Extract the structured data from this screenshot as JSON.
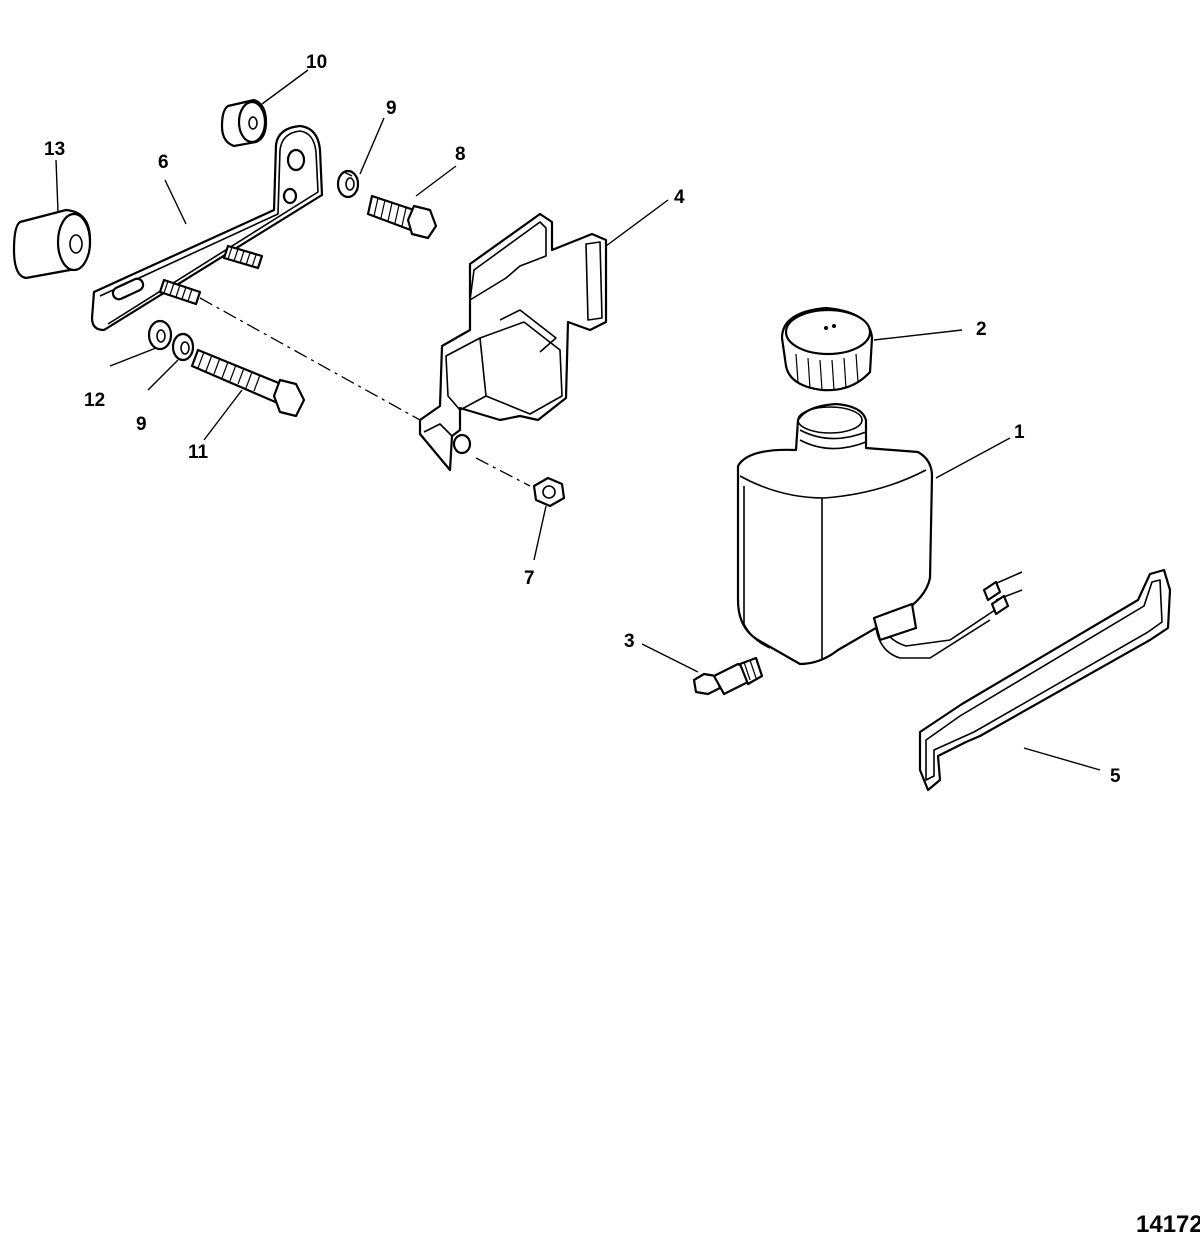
{
  "diagram": {
    "callouts": {
      "c1": "1",
      "c2": "2",
      "c3": "3",
      "c4": "4",
      "c5": "5",
      "c6": "6",
      "c7": "7",
      "c8": "8",
      "c9a": "9",
      "c9b": "9",
      "c10": "10",
      "c11": "11",
      "c12": "12",
      "c13": "13"
    },
    "figure_id": "14172"
  }
}
